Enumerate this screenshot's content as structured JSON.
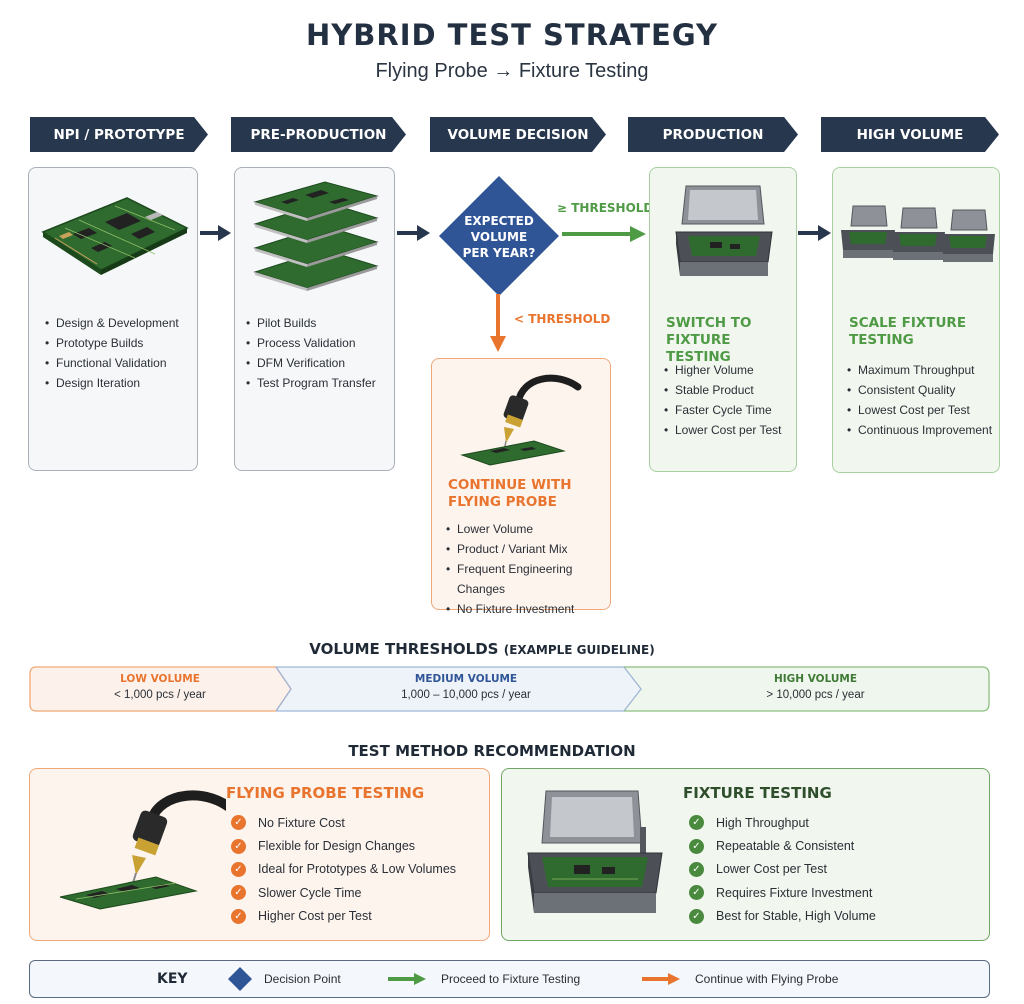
{
  "header": {
    "title": "HYBRID TEST STRATEGY",
    "subtitle": "Flying Probe → Fixture Testing"
  },
  "stages": [
    "NPI / PROTOTYPE",
    "PRE-PRODUCTION",
    "VOLUME DECISION",
    "PRODUCTION",
    "HIGH VOLUME"
  ],
  "npi": {
    "items": [
      "Design & Development",
      "Prototype Builds",
      "Functional Validation",
      "Design Iteration"
    ]
  },
  "preproduction": {
    "items": [
      "Pilot Builds",
      "Process Validation",
      "DFM Verification",
      "Test Program Transfer"
    ]
  },
  "decision": {
    "line1": "EXPECTED",
    "line2": "VOLUME",
    "line3": "PER YEAR?",
    "above_label": "≥ THRESHOLD",
    "below_label": "< THRESHOLD"
  },
  "flying_branch": {
    "title_line1": "CONTINUE WITH",
    "title_line2": "FLYING PROBE",
    "items": [
      "Lower Volume",
      "Product / Variant Mix",
      "Frequent Engineering Changes",
      "No Fixture Investment"
    ]
  },
  "production": {
    "title_line1": "SWITCH TO",
    "title_line2": "FIXTURE TESTING",
    "items": [
      "Higher Volume",
      "Stable Product",
      "Faster Cycle Time",
      "Lower Cost per Test"
    ]
  },
  "high_volume": {
    "title_line1": "SCALE FIXTURE",
    "title_line2": "TESTING",
    "items": [
      "Maximum Throughput",
      "Consistent Quality",
      "Lowest Cost per Test",
      "Continuous Improvement"
    ]
  },
  "thresholds": {
    "title": "VOLUME THRESHOLDS",
    "note": "(EXAMPLE GUIDELINE)",
    "low": {
      "label": "LOW VOLUME",
      "value": "< 1,000 pcs / year"
    },
    "medium": {
      "label": "MEDIUM VOLUME",
      "value": "1,000 – 10,000 pcs / year"
    },
    "high": {
      "label": "HIGH VOLUME",
      "value": "> 10,000 pcs / year"
    }
  },
  "recommendation": {
    "title": "TEST METHOD RECOMMENDATION",
    "flying": {
      "title": "FLYING PROBE TESTING",
      "items": [
        "No Fixture Cost",
        "Flexible for Design Changes",
        "Ideal for Prototypes & Low Volumes",
        "Slower Cycle Time",
        "Higher Cost per Test"
      ]
    },
    "fixture": {
      "title": "FIXTURE TESTING",
      "items": [
        "High Throughput",
        "Repeatable & Consistent",
        "Lower Cost per Test",
        "Requires Fixture Investment",
        "Best for Stable, High Volume"
      ]
    }
  },
  "key": {
    "title": "KEY",
    "decision": "Decision Point",
    "fixture": "Proceed to Fixture Testing",
    "flying": "Continue with Flying Probe"
  },
  "colors": {
    "navy": "#27374d",
    "green": "#4f9a45",
    "orange": "#e8742e",
    "blue": "#2f5597"
  }
}
